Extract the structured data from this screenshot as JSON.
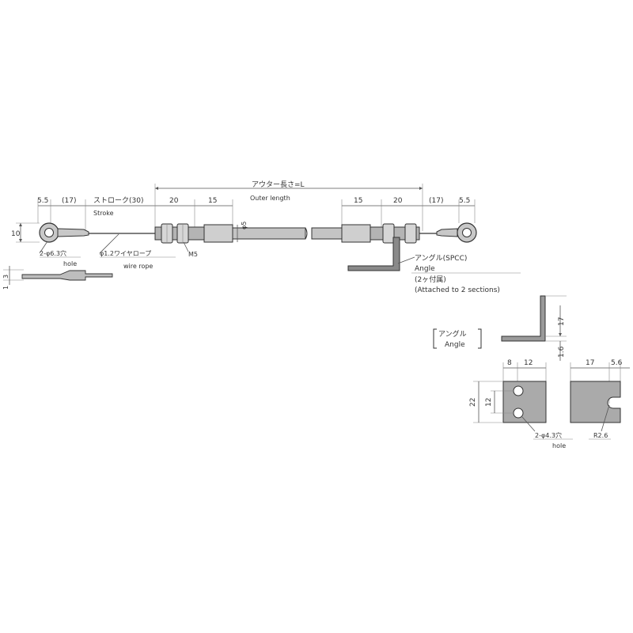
{
  "cable": {
    "outer_length": "アウター長さ=L",
    "outer_length_en": "Outer length",
    "stroke": "ストローク(30)",
    "stroke_en": "Stroke",
    "d55_left": "5.5",
    "d17_left": "(17)",
    "d20_left": "20",
    "d15_left": "15",
    "d15_right": "15",
    "d20_right": "20",
    "d17_right": "(17)",
    "d55_right": "5.5",
    "eye_height": "10",
    "tube_dia": "φ5",
    "hole": "2-φ6.3穴",
    "hole_en": "hole",
    "wire": "φ1.2ワイヤロープ",
    "wire_en": "wire rope",
    "thread": "M5",
    "side_h": "3",
    "side_t": "1"
  },
  "angle_callout": {
    "jp": "アングル(SPCC)",
    "en": "Angle",
    "qty_jp": "(2ヶ付属)",
    "qty_en": "(Attached to 2 sections)"
  },
  "angle_detail": {
    "title_jp": "アングル",
    "title_en": "Angle",
    "d17": "17",
    "d16": "1.6",
    "front_8": "8",
    "front_12": "12",
    "front_22": "22",
    "front_12v": "12",
    "hole": "2-φ4.3穴",
    "hole_en": "hole",
    "side_17": "17",
    "side_56": "5.6",
    "radius": "R2.6"
  },
  "colors": {
    "line": "#333333",
    "metal": "#b4b4b4",
    "metal_dark": "#6e6e6e",
    "plate": "#a9a9a9"
  }
}
